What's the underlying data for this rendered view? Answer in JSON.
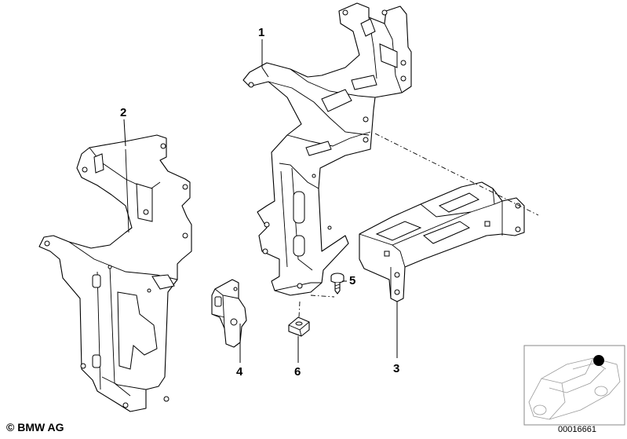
{
  "callouts": [
    "1",
    "2",
    "3",
    "4",
    "5",
    "6"
  ],
  "copyright": "© BMW AG",
  "document_number": "00016661",
  "thumbnail": {
    "marker_color": "#000000"
  }
}
